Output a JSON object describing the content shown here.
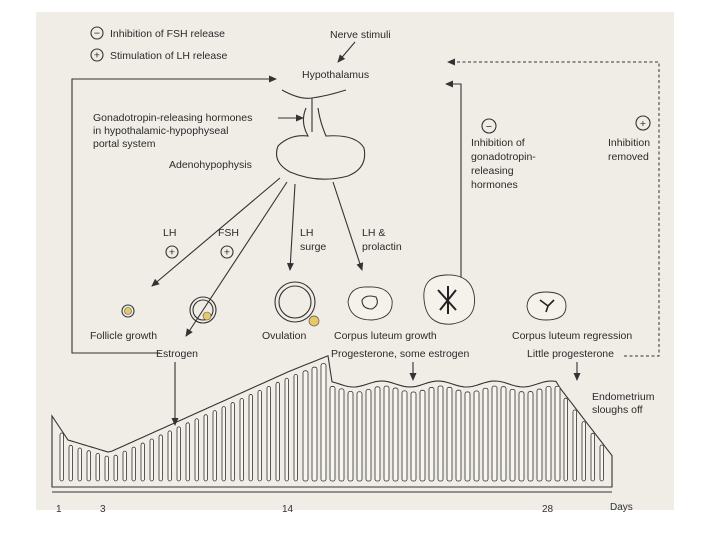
{
  "legend": {
    "inhibition": {
      "symbol": "−",
      "text": "Inhibition of FSH release"
    },
    "stimulation": {
      "symbol": "+",
      "text": "Stimulation of LH release"
    }
  },
  "top": {
    "nerve_stimuli": "Nerve stimuli",
    "hypothalamus": "Hypothalamus",
    "gnrh": [
      "Gonadotropin-releasing hormones",
      "in hypothalamic-hypophyseal",
      "portal system"
    ],
    "adenohypophysis": "Adenohypophysis"
  },
  "feedback": {
    "inhibition_symbol": "−",
    "inhibition_lines": [
      "Inhibition of",
      "gonadotropin-",
      "releasing",
      "hormones"
    ],
    "removed_symbol": "+",
    "removed_lines": [
      "Inhibition",
      "removed"
    ]
  },
  "hormones": {
    "lh": "LH",
    "lh_symbol": "+",
    "fsh": "FSH",
    "fsh_symbol": "+",
    "lh_surge": [
      "LH",
      "surge"
    ],
    "lh_prolactin": [
      "LH &",
      "prolactin"
    ]
  },
  "stages": {
    "follicle_growth": "Follicle growth",
    "estrogen": "Estrogen",
    "ovulation": "Ovulation",
    "corpus_luteum_growth": "Corpus luteum growth",
    "progesterone_estrogen": "Progesterone, some estrogen",
    "corpus_luteum_regression": "Corpus luteum regression",
    "little_progesterone": "Little progesterone"
  },
  "endometrium": [
    "Endometrium",
    "sloughs off"
  ],
  "axis": {
    "ticks": [
      "1",
      "3",
      "14",
      "28"
    ],
    "unit": "Days"
  }
}
